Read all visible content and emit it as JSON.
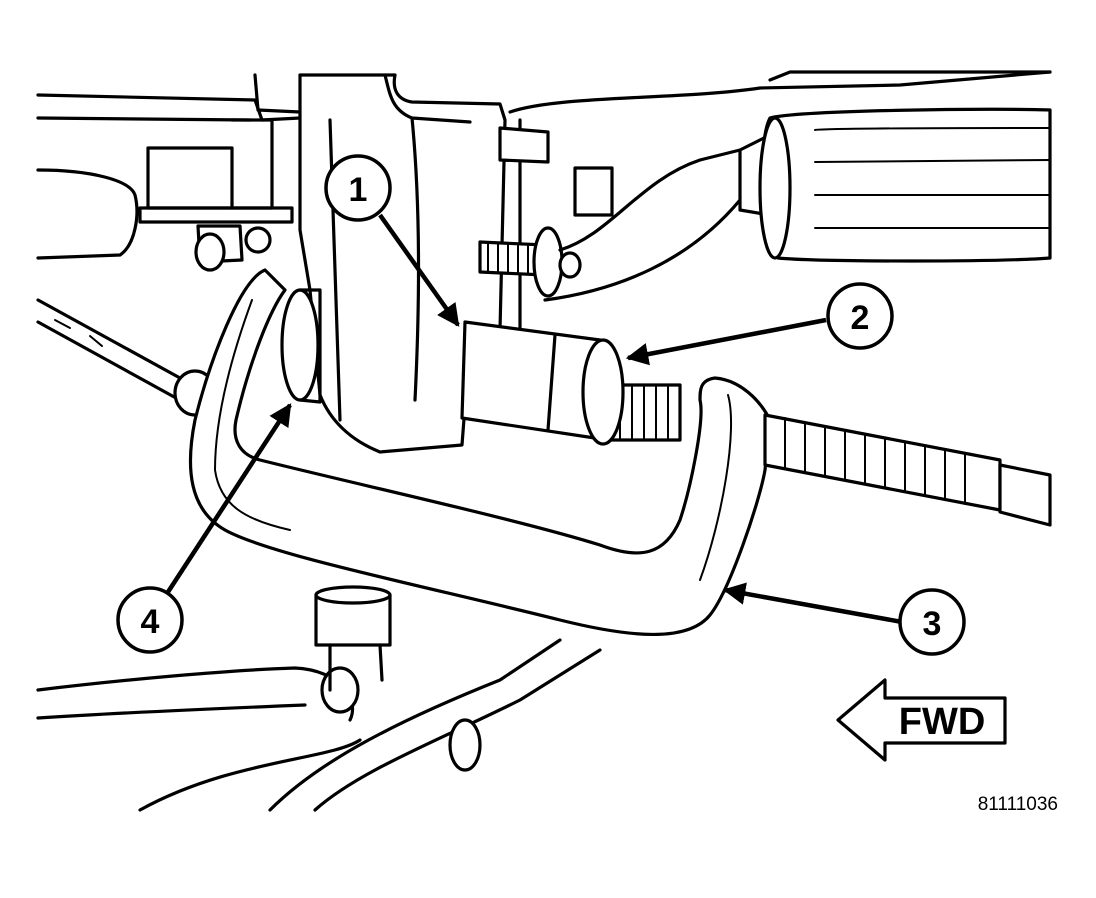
{
  "diagram": {
    "callouts": [
      {
        "id": "callout-1",
        "label": "1"
      },
      {
        "id": "callout-2",
        "label": "2"
      },
      {
        "id": "callout-3",
        "label": "3"
      },
      {
        "id": "callout-4",
        "label": "4"
      }
    ],
    "direction_label": "FWD",
    "figure_number": "81111036"
  }
}
